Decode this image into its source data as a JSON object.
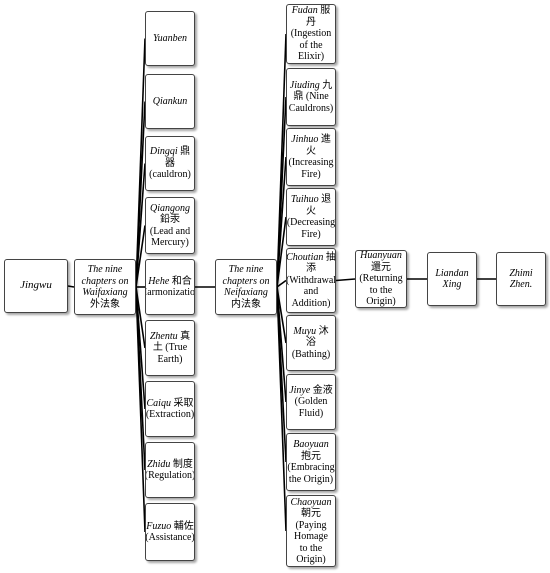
{
  "nodes": {
    "jingwu": {
      "latin": "Jingwu",
      "rest": ""
    },
    "waifaxiang": {
      "latin": "The nine chapters on Waifaxiang",
      "rest": " 外法象"
    },
    "yuanben": {
      "latin": "Yuanben",
      "rest": ""
    },
    "qiankun": {
      "latin": "Qiankun",
      "rest": ""
    },
    "dingqi": {
      "latin": "Dingqi",
      "rest": " 鼎器 (cauldron)"
    },
    "qiangong": {
      "latin": "Qiangong",
      "rest": " 鉛汞 (Lead and Mercury)"
    },
    "hehe": {
      "latin": "Hehe",
      "rest": " 和合 (Harmonization)"
    },
    "zhentu": {
      "latin": "Zhentu",
      "rest": " 真土 (True Earth)"
    },
    "caiqu": {
      "latin": "Caiqu",
      "rest": " 采取 (Extraction)"
    },
    "zhidu": {
      "latin": "Zhidu",
      "rest": " 制度 (Regulation)"
    },
    "fuzuo": {
      "latin": "Fuzuo",
      "rest": " 輔佐 (Assistance)"
    },
    "neifaxiang": {
      "latin": "The nine chapters on Neifaxiang",
      "rest": " 内法象"
    },
    "fudan": {
      "latin": "Fudan",
      "rest": " 服丹 (Ingestion of the Elixir)"
    },
    "jiuding": {
      "latin": "Jiuding",
      "rest": " 九鼎 (Nine Cauldrons)"
    },
    "jinhuo": {
      "latin": "Jinhuo",
      "rest": " 進火 (Increasing Fire)"
    },
    "tuihuo": {
      "latin": "Tuihuo",
      "rest": " 退火 (Decreasing Fire)"
    },
    "choutian": {
      "latin": "Choutian",
      "rest": " 抽添 (Withdrawal and Addition)"
    },
    "muyu": {
      "latin": "Muyu",
      "rest": " 沐浴 (Bathing)"
    },
    "jinye": {
      "latin": "Jinye",
      "rest": " 金液 (Golden Fluid)"
    },
    "baoyuan": {
      "latin": "Baoyuan",
      "rest": " 抱元 (Embracing the Origin)"
    },
    "chaoyuan": {
      "latin": "Chaoyuan",
      "rest": " 朝元 (Paying Homage to the Origin)"
    },
    "huanyuan": {
      "latin": "Huanyuan",
      "rest": " 還元 (Returning to the Origin)"
    },
    "liandan": {
      "latin": "Liandan Xing",
      "rest": ""
    },
    "zhimi": {
      "latin": "Zhimi Zhen.",
      "rest": ""
    }
  },
  "colors": {
    "line": "#000000",
    "border": "#444444"
  }
}
